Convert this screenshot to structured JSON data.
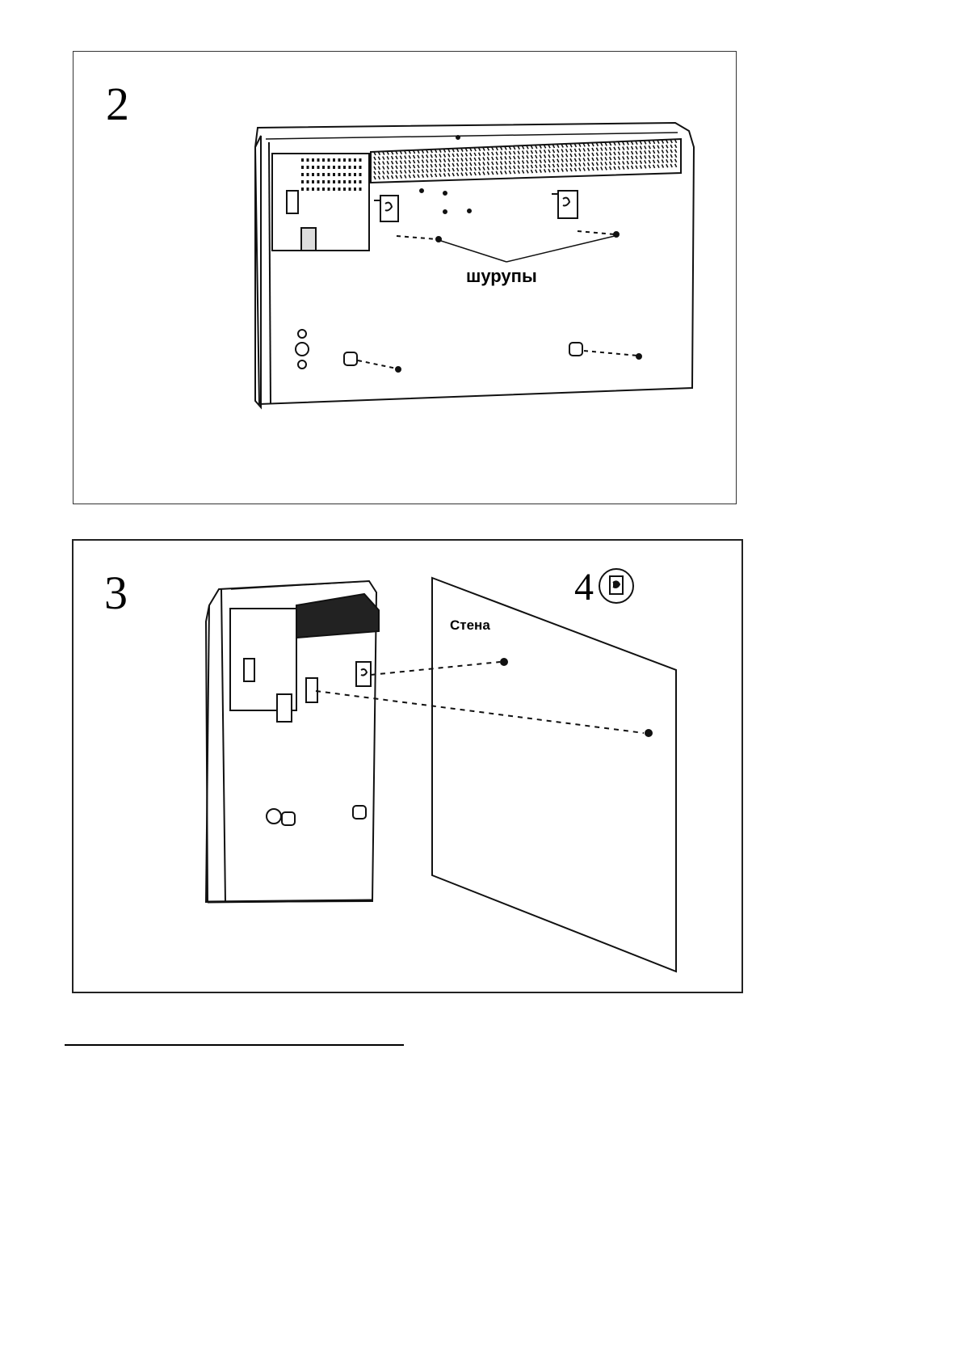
{
  "figure_2": {
    "step_number": "2",
    "callout": "шурупы"
  },
  "figure_3": {
    "step_number": "3",
    "wall_label": "Стена",
    "substep_number": "4",
    "substep_icon": "bracket-hook-icon"
  }
}
